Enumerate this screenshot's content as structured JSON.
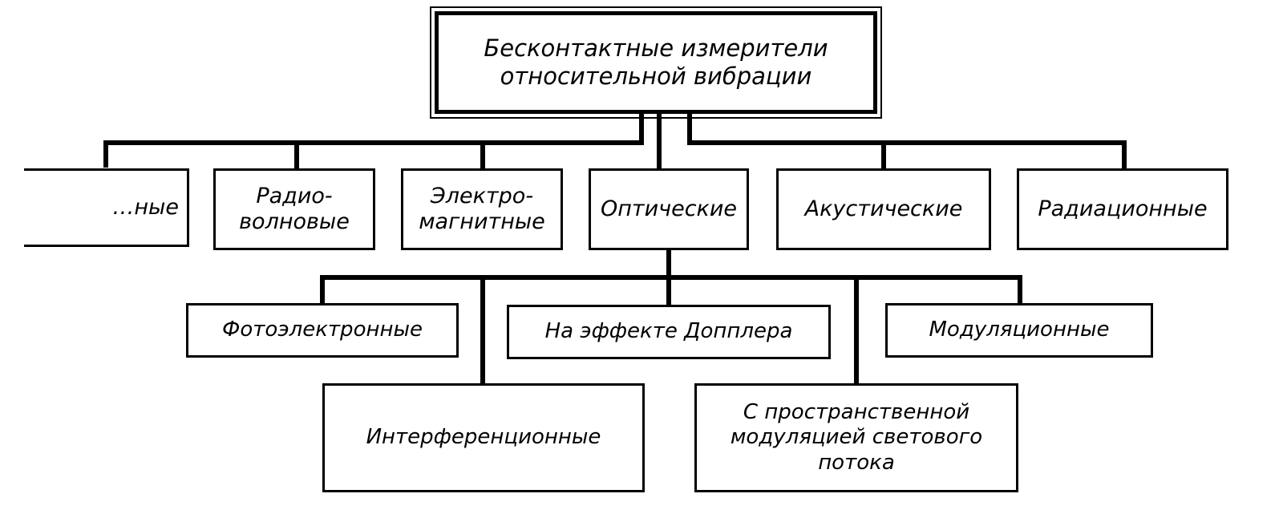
{
  "root": {
    "label": "Бесконтактные измерители\nотносительной вибрации"
  },
  "level1": [
    {
      "id": "cut",
      "label": "…ные"
    },
    {
      "id": "radio",
      "label": "Радио-\nволновые"
    },
    {
      "id": "electro",
      "label": "Электро-\nмагнитные"
    },
    {
      "id": "optical",
      "label": "Оптические"
    },
    {
      "id": "acoustic",
      "label": "Акустические"
    },
    {
      "id": "radiation",
      "label": "Радиационные"
    }
  ],
  "optical_children": [
    {
      "id": "photo",
      "label": "Фотоэлектронные"
    },
    {
      "id": "doppler",
      "label": "На эффекте Допплера"
    },
    {
      "id": "modulation",
      "label": "Модуляционные"
    },
    {
      "id": "interference",
      "label": "Интерференционные"
    },
    {
      "id": "spatial",
      "label": "С пространственной\nмодуляцией светового\nпотока"
    }
  ]
}
